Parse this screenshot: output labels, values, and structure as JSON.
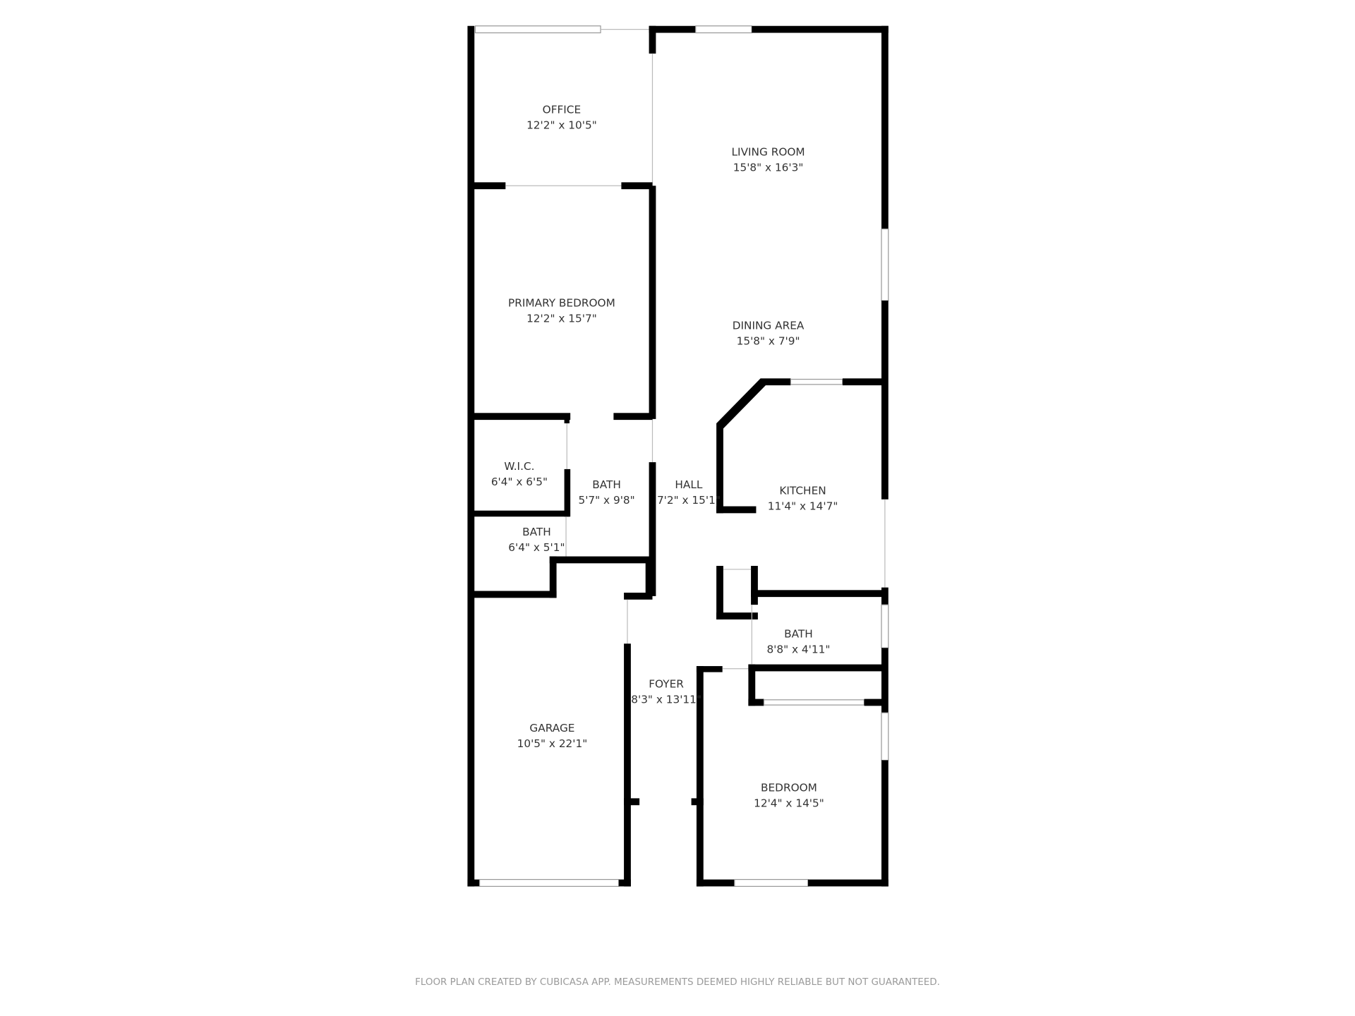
{
  "rooms": {
    "office": {
      "name": "OFFICE",
      "size": "12'2\" x 10'5\""
    },
    "living_room": {
      "name": "LIVING ROOM",
      "size": "15'8\" x 16'3\""
    },
    "primary_bedroom": {
      "name": "PRIMARY BEDROOM",
      "size": "12'2\" x 15'7\""
    },
    "dining_area": {
      "name": "DINING AREA",
      "size": "15'8\" x 7'9\""
    },
    "wic": {
      "name": "W.I.C.",
      "size": "6'4\" x 6'5\""
    },
    "bath_primary": {
      "name": "BATH",
      "size": "5'7\" x 9'8\""
    },
    "hall": {
      "name": "HALL",
      "size": "7'2\" x 15'1\""
    },
    "kitchen": {
      "name": "KITCHEN",
      "size": "11'4\" x 14'7\""
    },
    "bath_small": {
      "name": "BATH",
      "size": "6'4\" x 5'1\""
    },
    "bath_hall": {
      "name": "BATH",
      "size": "8'8\" x 4'11\""
    },
    "foyer": {
      "name": "FOYER",
      "size": "8'3\" x 13'11\""
    },
    "garage": {
      "name": "GARAGE",
      "size": "10'5\" x 22'1\""
    },
    "bedroom": {
      "name": "BEDROOM",
      "size": "12'4\" x 14'5\""
    }
  },
  "footer": "FLOOR PLAN CREATED BY CUBICASA APP. MEASUREMENTS DEEMED HIGHLY RELIABLE BUT NOT GUARANTEED.",
  "colors": {
    "wall": "#000000",
    "label": "#333333",
    "footer": "#9a9a9a"
  }
}
